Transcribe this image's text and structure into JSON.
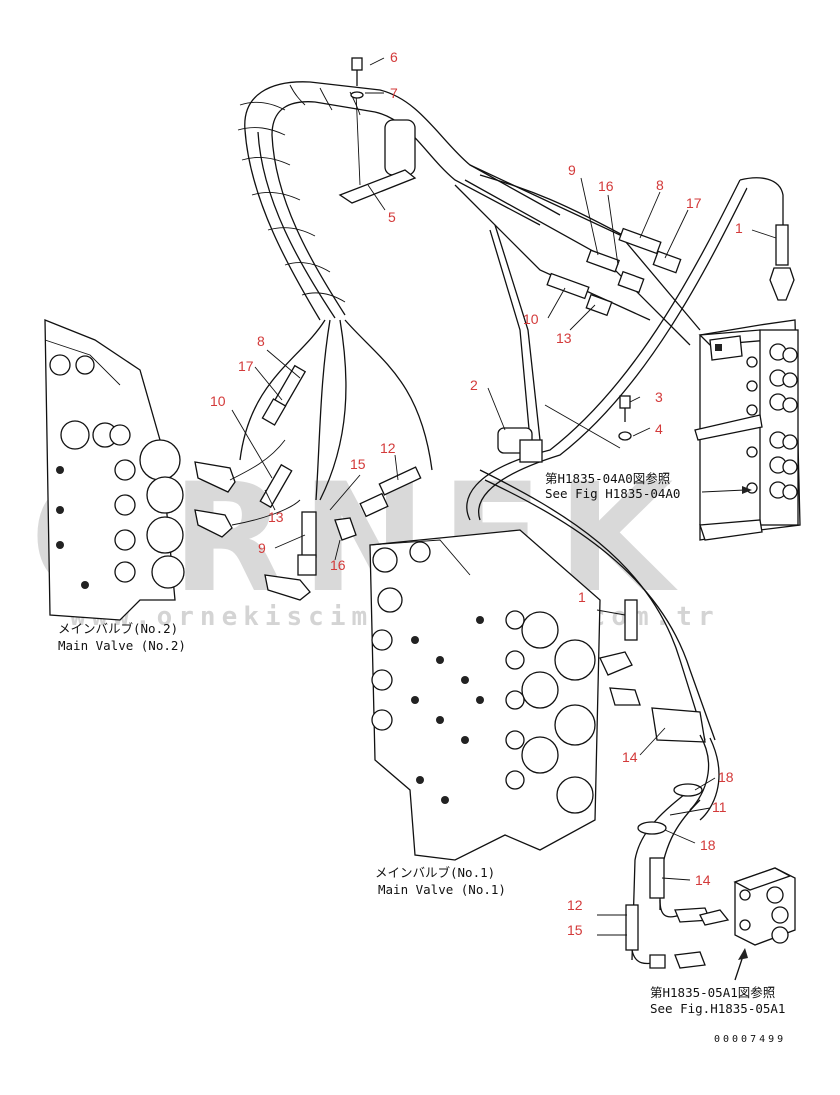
{
  "watermark": {
    "logo_text": "ORNEK",
    "url": "www.ornekiscimakinalari.com.tr"
  },
  "callouts": {
    "c1_top": "1",
    "c2": "2",
    "c3": "3",
    "c4": "4",
    "c5": "5",
    "c6": "6",
    "c7": "7",
    "c8_top": "8",
    "c9_top": "9",
    "c10_top": "10",
    "c13_top": "13",
    "c16_top": "16",
    "c17_top": "17",
    "c8_left": "8",
    "c17_left": "17",
    "c10_left": "10",
    "c13_left": "13",
    "c9_left": "9",
    "c16_left": "16",
    "c15_mid": "15",
    "c12_mid": "12",
    "c1_mid": "1",
    "c14_mid": "14",
    "c18_a": "18",
    "c11": "11",
    "c18_b": "18",
    "c14_low": "14",
    "c12_low": "12",
    "c15_low": "15"
  },
  "references": {
    "ref_04a0_jp": "第H1835-04A0図参照",
    "ref_04a0_en": "See Fig H1835-04A0",
    "ref_05a1_jp": "第H1835-05A1図参照",
    "ref_05a1_en": "See Fig.H1835-05A1"
  },
  "captions": {
    "valve2_jp": "メインバルブ(No.2)",
    "valve2_en": "Main Valve (No.2)",
    "valve1_jp": "メインバルブ(No.1)",
    "valve1_en": "Main Valve (No.1)"
  },
  "document_number": "00007499"
}
